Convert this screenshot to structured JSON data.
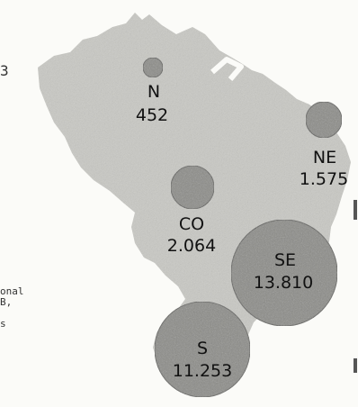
{
  "colors": {
    "paper": "#fbfbf8",
    "land": "#c9c9c4",
    "bubble": "#8a8a86",
    "bubble_stroke": "#5f5f5c",
    "text": "#111111"
  },
  "cropped_left_text": {
    "top_digit": "3",
    "lines": [
      "onal",
      "B,",
      "s"
    ]
  },
  "regions": [
    {
      "code": "N",
      "value": "452"
    },
    {
      "code": "NE",
      "value": "1.575"
    },
    {
      "code": "CO",
      "value": "2.064"
    },
    {
      "code": "SE",
      "value": "13.810"
    },
    {
      "code": "S",
      "value": "11.253"
    }
  ]
}
